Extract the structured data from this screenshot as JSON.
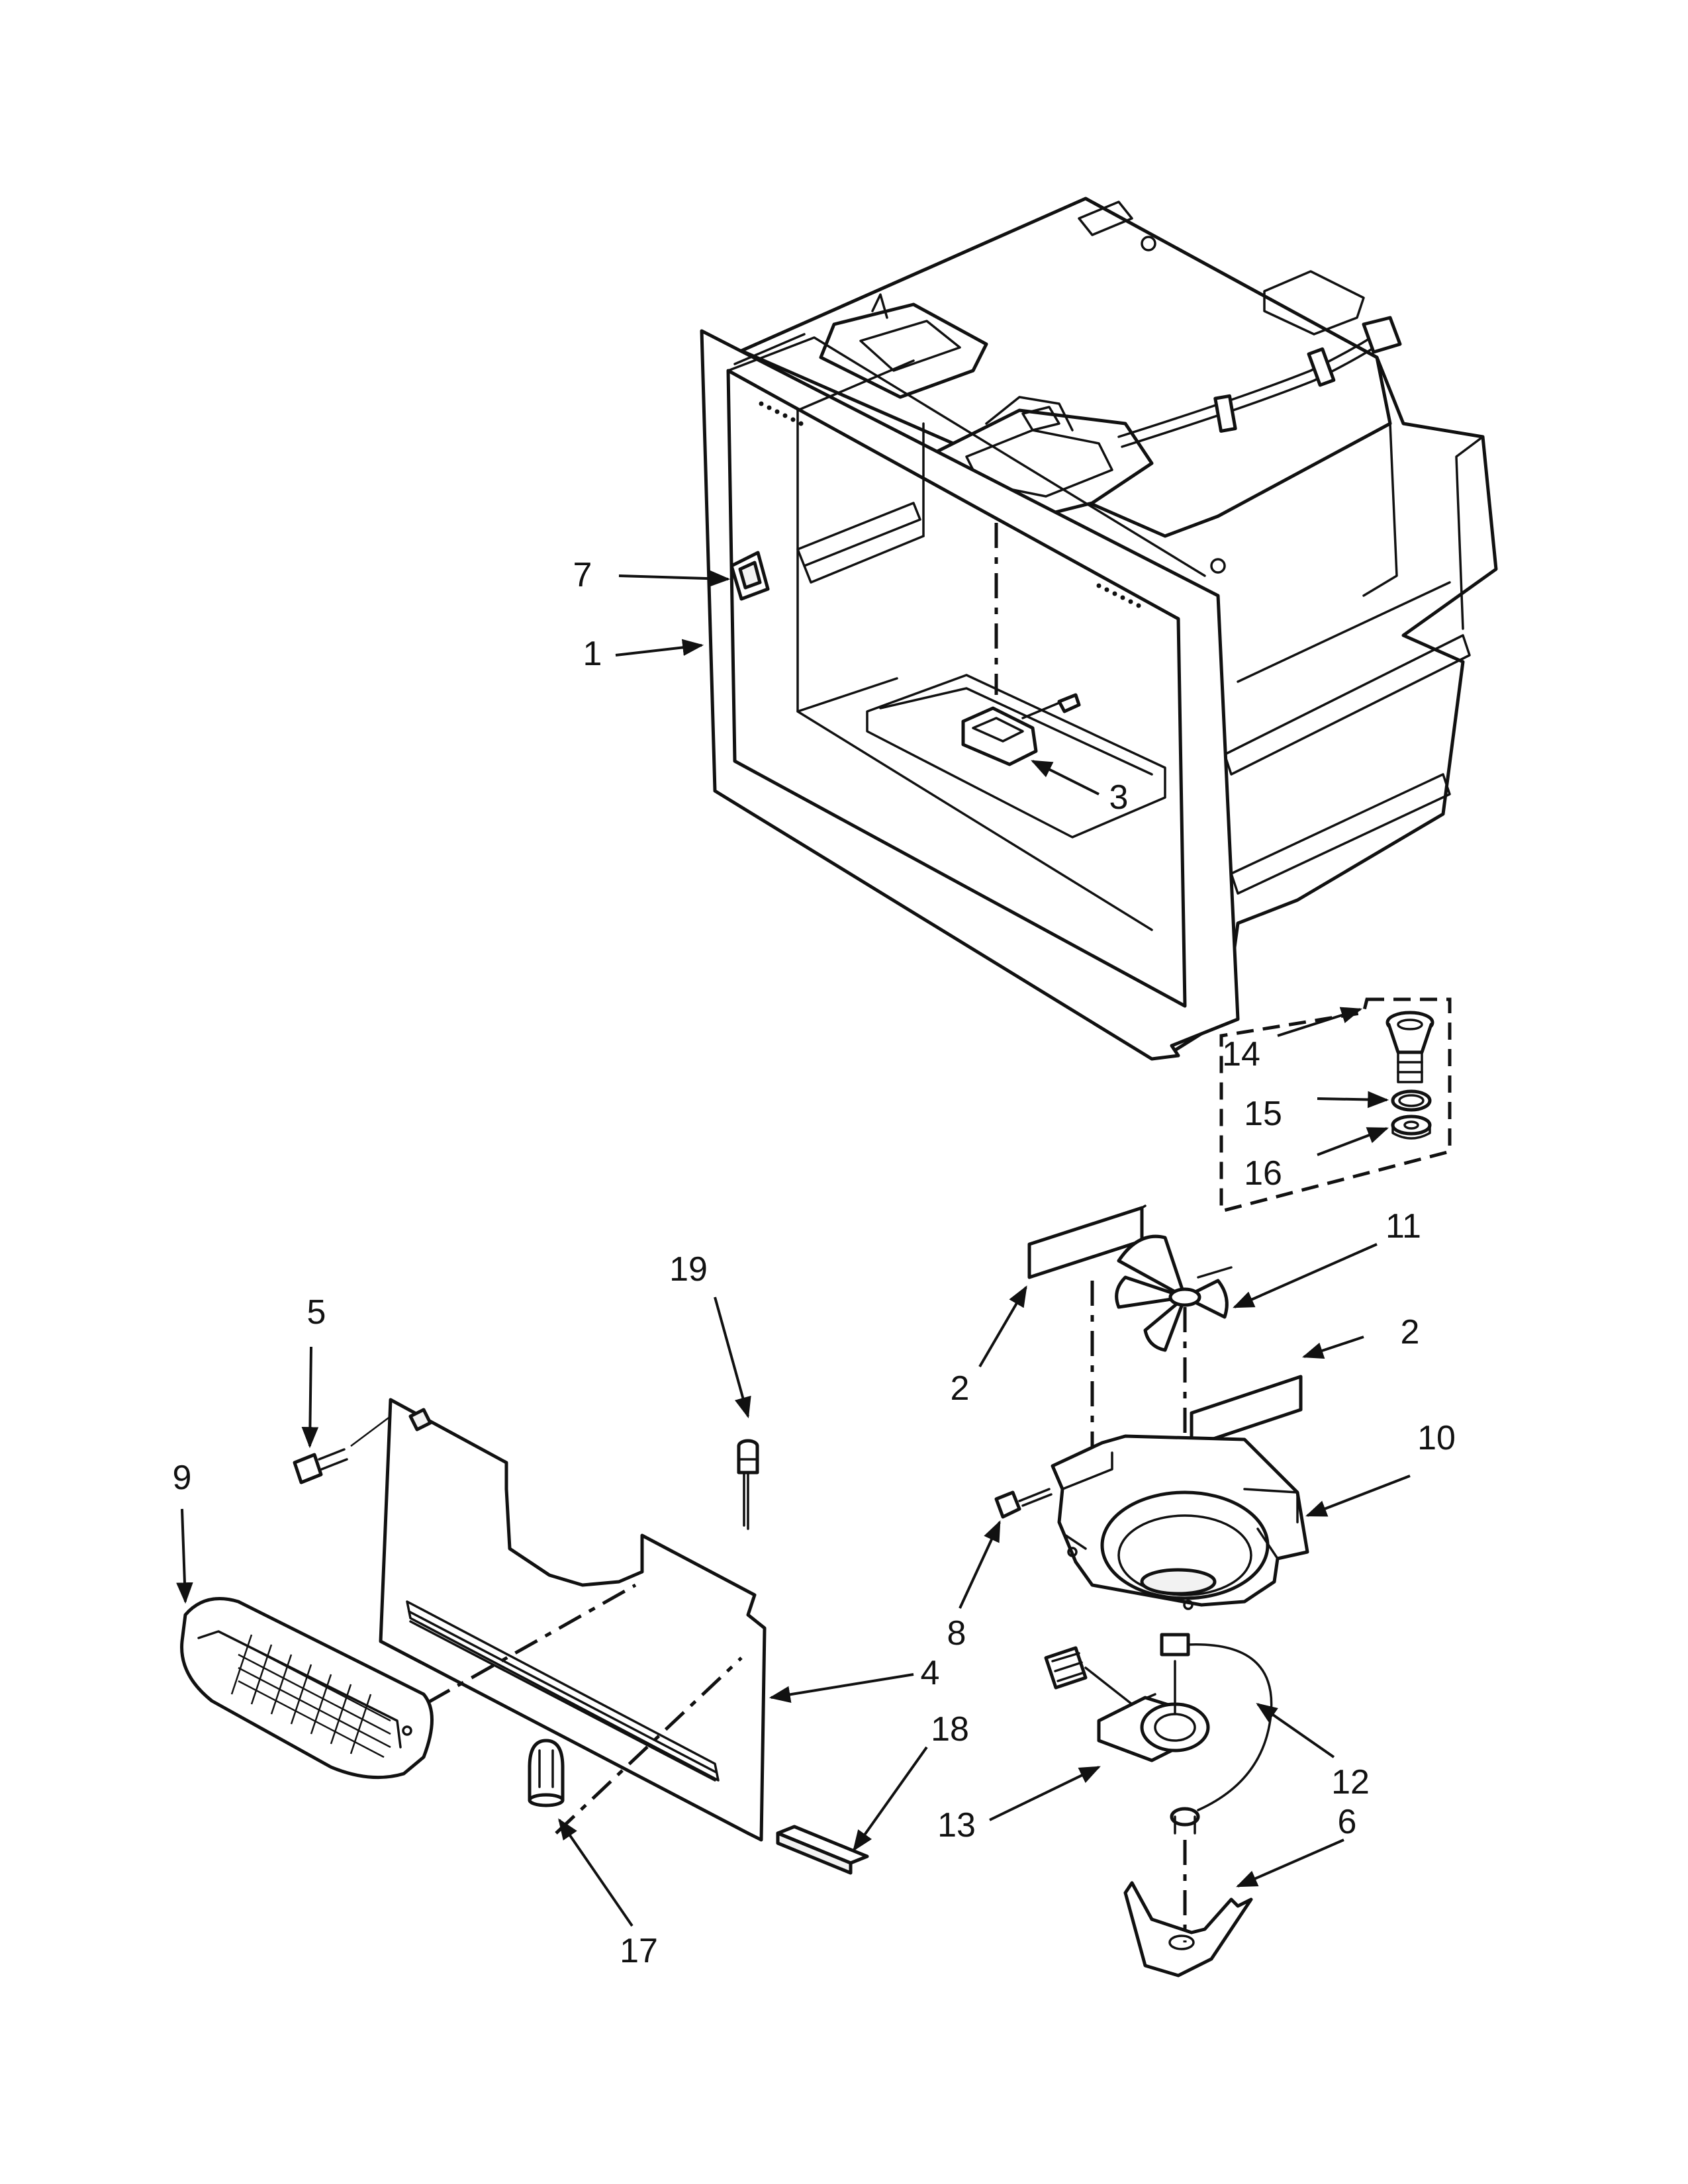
{
  "diagram": {
    "callouts": {
      "c1": "1",
      "c2a": "2",
      "c2b": "2",
      "c3": "3",
      "c4": "4",
      "c5": "5",
      "c6": "6",
      "c7": "7",
      "c8": "8",
      "c9": "9",
      "c10": "10",
      "c11": "11",
      "c12": "12",
      "c13": "13",
      "c14": "14",
      "c15": "15",
      "c16": "16",
      "c17": "17",
      "c18": "18",
      "c19": "19"
    },
    "colors": {
      "line": "#111111",
      "background": "#ffffff",
      "shade": "#f2f2f2"
    }
  }
}
